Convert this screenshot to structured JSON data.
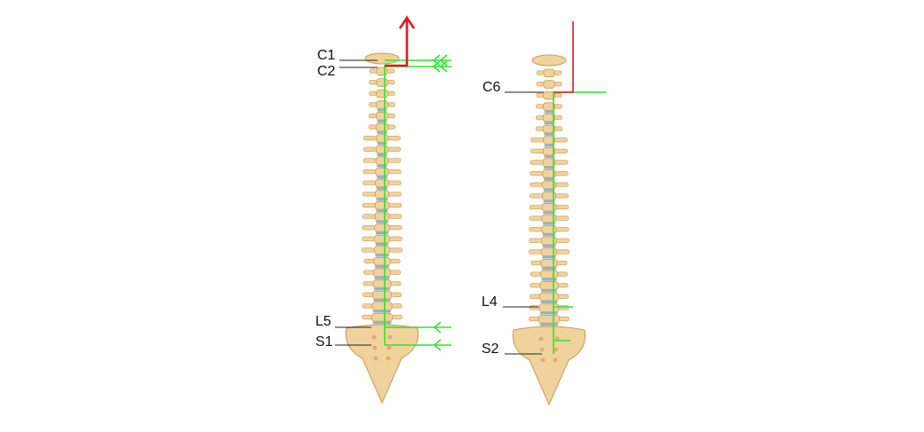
{
  "colors": {
    "bone": "#f0d39c",
    "bone_shade": "#c99a55",
    "disc": "#8fb6c9",
    "green_line": "#2ee62e",
    "red_line": "#e11a1a",
    "leader": "#222222"
  },
  "left_spine": {
    "labels": {
      "c1": "C1",
      "c2": "C2",
      "l5": "L5",
      "s1": "S1"
    }
  },
  "right_spine": {
    "labels": {
      "c6": "C6",
      "l4": "L4",
      "s2": "S2"
    }
  }
}
